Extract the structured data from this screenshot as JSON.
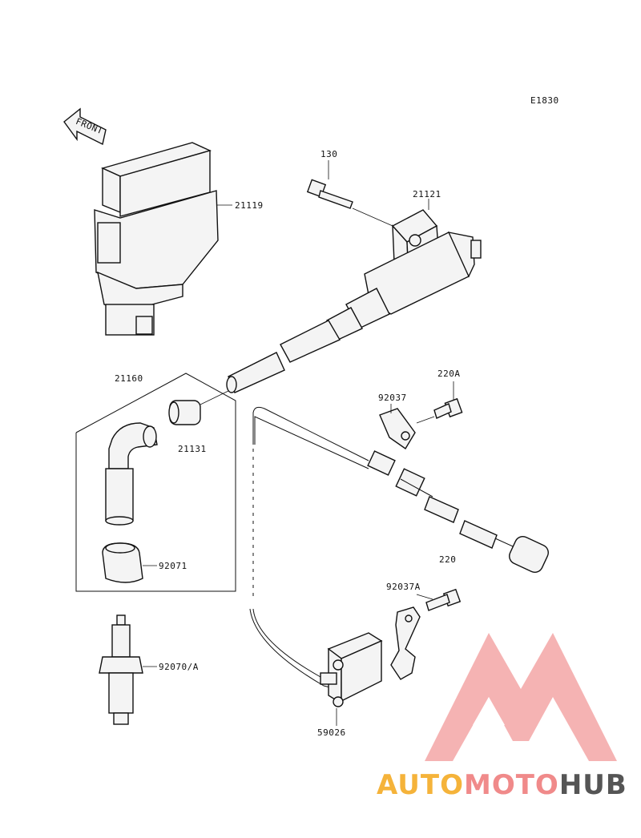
{
  "diagram": {
    "code": "E1830",
    "front_arrow": "FRONT",
    "callouts": {
      "p21119": "21119",
      "p130": "130",
      "p21121": "21121",
      "p21160": "21160",
      "p21131": "21131",
      "p92071": "92071",
      "p92070": "92070/A",
      "p92037": "92037",
      "p220A": "220A",
      "p220": "220",
      "p92037A": "92037A",
      "p59026": "59026"
    }
  },
  "watermark": {
    "part1": "AUTO",
    "part2": "MOTO",
    "part3": "HUB",
    "color1": "#f5b33a",
    "color2": "#f08a8a",
    "color3": "#555555"
  }
}
